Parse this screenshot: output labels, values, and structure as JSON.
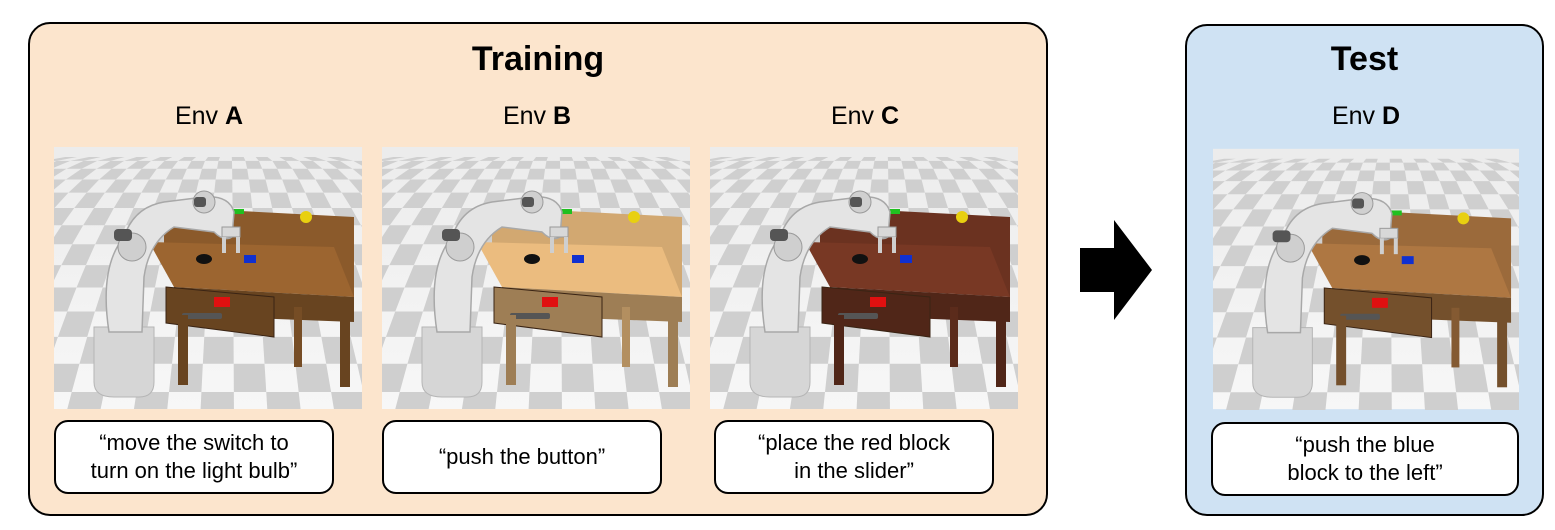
{
  "training": {
    "title": "Training",
    "envs": [
      {
        "prefix": "Env ",
        "letter": "A",
        "instruction": "“move the switch to\nturn on the light bulb”"
      },
      {
        "prefix": "Env ",
        "letter": "B",
        "instruction": "“push the button”"
      },
      {
        "prefix": "Env ",
        "letter": "C",
        "instruction": "“place the red block\nin the slider”"
      }
    ]
  },
  "test": {
    "title": "Test",
    "env": {
      "prefix": "Env ",
      "letter": "D",
      "instruction": "“push the blue\nblock to the left”"
    }
  },
  "colors": {
    "training_bg": "#fce5cd",
    "test_bg": "#cfe2f3",
    "desk_A": "#8b5a2b",
    "desk_B": "#d2a871",
    "desk_C": "#6b3220",
    "desk_D": "#9b6a3b"
  },
  "icons": {
    "arrow": "right-arrow-icon",
    "robot": "robot-arm-icon"
  }
}
